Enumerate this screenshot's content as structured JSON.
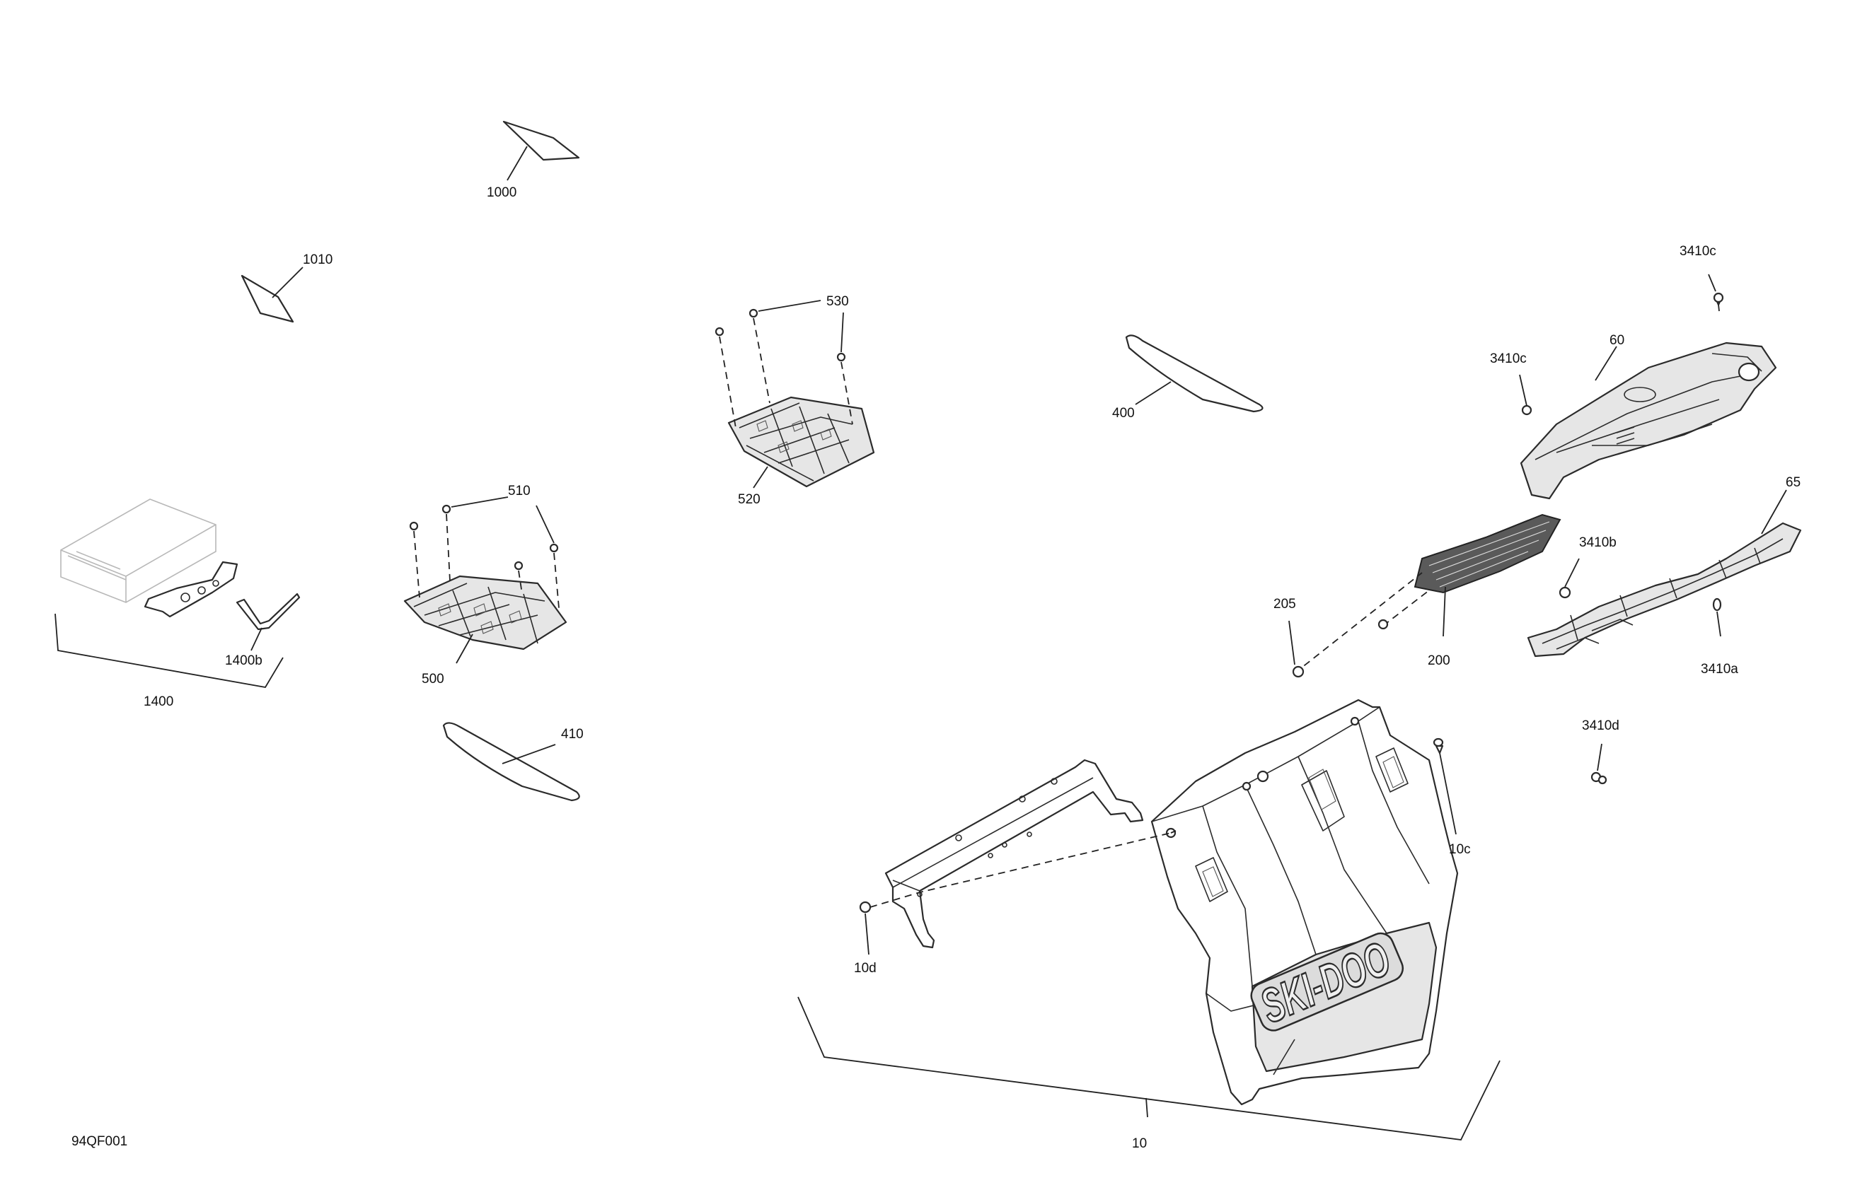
{
  "figure_id": "94QF001",
  "logo_text": "SKI-DOO",
  "callouts": {
    "p1000": "1000",
    "p1010": "1010",
    "p530": "530",
    "p520": "520",
    "p400": "400",
    "p3410c_top": "3410c",
    "p3410c_mid": "3410c",
    "p60": "60",
    "p65": "65",
    "p3410b": "3410b",
    "p3410a": "3410a",
    "p205": "205",
    "p200": "200",
    "p510": "510",
    "p500": "500",
    "p1400b": "1400b",
    "p1400": "1400",
    "p410": "410",
    "p3410d": "3410d",
    "p10c": "10c",
    "p10d": "10d",
    "p10": "10"
  }
}
